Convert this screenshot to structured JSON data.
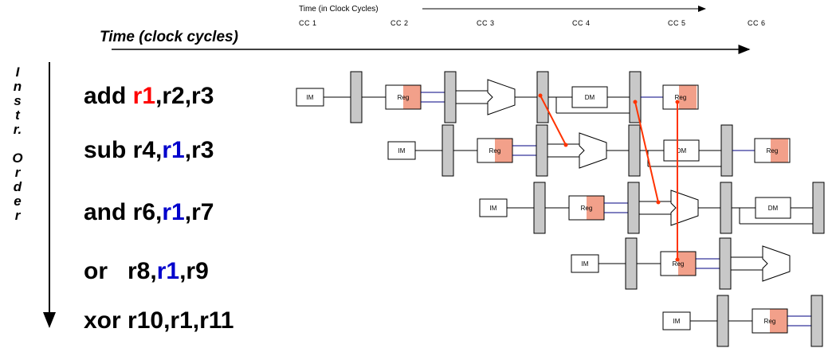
{
  "header": {
    "small_title": "Time (in Clock Cycles)",
    "big_title": "Time (clock cycles)",
    "clock_cycles": [
      "CC 1",
      "CC 2",
      "CC 3",
      "CC 4",
      "CC 5",
      "CC 6"
    ]
  },
  "side_label": {
    "letters": [
      "I",
      "n",
      "s",
      "t",
      "r.",
      "",
      "O",
      "r",
      "d",
      "e",
      "r"
    ]
  },
  "instructions": [
    {
      "op": "add ",
      "dest": "r1",
      "rest1": ",r2,r3",
      "src": "",
      "rest2": ""
    },
    {
      "op": "sub r4,",
      "dest": "",
      "rest1": "",
      "src": "r1",
      "rest2": ",r3"
    },
    {
      "op": "and r6,",
      "dest": "",
      "rest1": "",
      "src": "r1",
      "rest2": ",r7"
    },
    {
      "op": "or   r8,",
      "dest": "",
      "rest1": "",
      "src": "r1",
      "rest2": ",r9"
    },
    {
      "op": "xor r10,r1,r11",
      "dest": "",
      "rest1": "",
      "src": "",
      "rest2": ""
    }
  ],
  "pipeline_labels": {
    "im": "IM",
    "reg": "Reg",
    "dm": "DM"
  },
  "colors": {
    "reg_fill": "#f2a08a",
    "pipe_register": "#c8c8c8",
    "forward_line": "#ff3300",
    "dest_reg": "#ff0000",
    "src_reg": "#0000cc"
  }
}
